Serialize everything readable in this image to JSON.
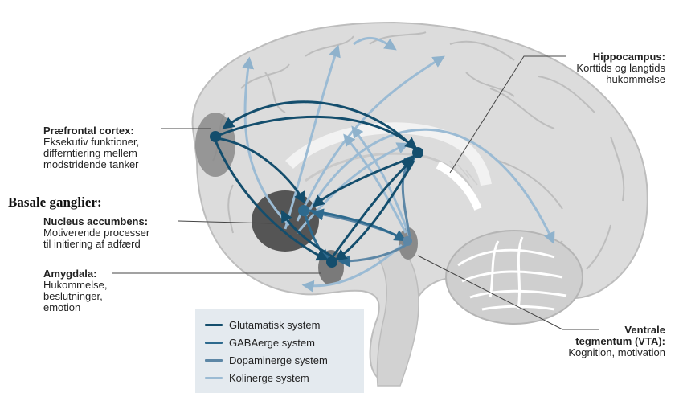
{
  "labels": {
    "hippocampus": {
      "title": "Hippocampus:",
      "lines": [
        "Korttids og langtids",
        "hukommelse"
      ]
    },
    "prefrontal": {
      "title": "Præfrontal cortex:",
      "lines": [
        "Eksekutiv funktioner,",
        "differntiering mellem",
        "modstridende tanker"
      ]
    },
    "basal_heading": "Basale ganglier:",
    "nucleus": {
      "title": "Nucleus accumbens:",
      "lines": [
        "Motiverende processer",
        "til initiering af adfærd"
      ]
    },
    "amygdala": {
      "title": "Amygdala:",
      "lines": [
        "Hukommelse,",
        "beslutninger,",
        "emotion"
      ]
    },
    "vta": {
      "title_lines": [
        "Ventrale",
        "tegmentum (VTA):"
      ],
      "lines": [
        "Kognition, motivation"
      ]
    }
  },
  "legend": [
    {
      "label": "Glutamatisk system",
      "color": "#144e6d"
    },
    {
      "label": "GABAerge system",
      "color": "#2e6a8e"
    },
    {
      "label": "Dopaminerge system",
      "color": "#5d87a6"
    },
    {
      "label": "Kolinerge system",
      "color": "#9bbbd4"
    }
  ]
}
